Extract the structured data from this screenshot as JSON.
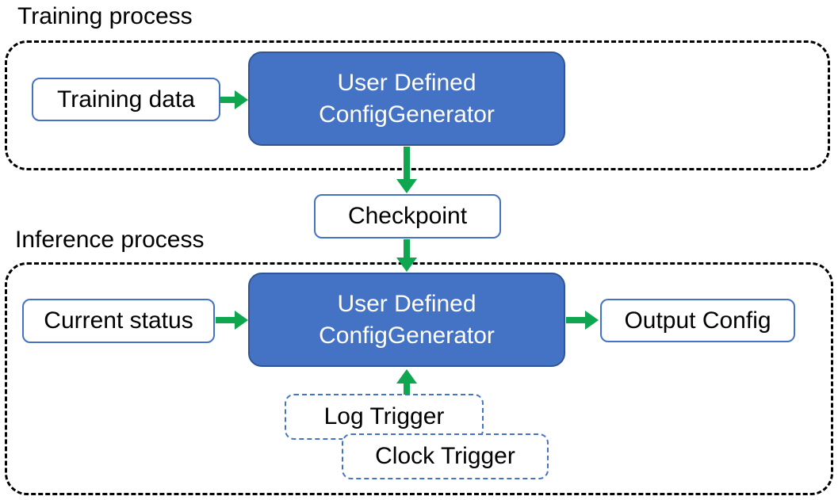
{
  "sections": {
    "training": {
      "label": "Training process"
    },
    "inference": {
      "label": "Inference process"
    }
  },
  "nodes": {
    "training_data": {
      "label": "Training data"
    },
    "generator_training": {
      "line1": "User Defined",
      "line2": "ConfigGenerator"
    },
    "checkpoint": {
      "label": "Checkpoint"
    },
    "current_status": {
      "label": "Current status"
    },
    "generator_inference": {
      "line1": "User Defined",
      "line2": "ConfigGenerator"
    },
    "output_config": {
      "label": "Output Config"
    },
    "log_trigger": {
      "label": "Log Trigger"
    },
    "clock_trigger": {
      "label": "Clock Trigger"
    }
  },
  "colors": {
    "node_fill_blue": "#4472C4",
    "node_border_dark_blue": "#2F5597",
    "outline_blue": "#4472C4",
    "arrow_green": "#0FA650",
    "container_dash_black": "#000000"
  }
}
